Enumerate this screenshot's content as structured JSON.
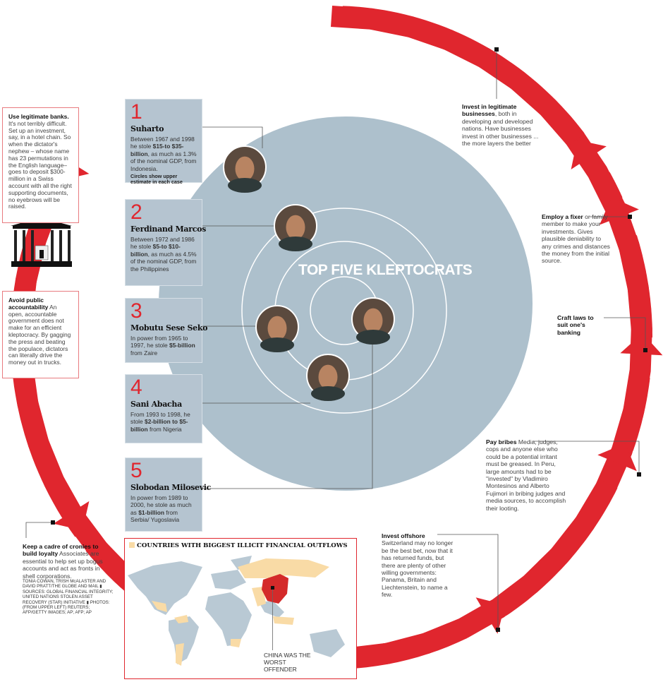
{
  "title": "TOP FIVE KLEPTOCRATS",
  "colors": {
    "red": "#e0262e",
    "grey_circle": "#adc0cc",
    "panel": "#b5c4d0",
    "outflow": "#f9dba6",
    "map_land": "#b9c9d4"
  },
  "kleptocrats": [
    {
      "rank": "1",
      "name": "Suharto",
      "pre": "Between 1967 and 1998 he stole ",
      "bold": "$15-to $35-billion",
      "post": ", as much as 1.3% of the nominal GDP, from Indonesia.",
      "note": "Circles show upper estimate in each case",
      "upper_estimate_billion": 35
    },
    {
      "rank": "2",
      "name": "Ferdinand Marcos",
      "pre": "Between 1972 and 1986 he stole ",
      "bold": "$5-to $10-billion",
      "post": ", as much as 4.5% of the nominal GDP, from the Philippines",
      "upper_estimate_billion": 10
    },
    {
      "rank": "3",
      "name": "Mobutu Sese Seko",
      "pre": "In power from 1965 to 1997, he stole ",
      "bold": "$5-billion",
      "post": " from Zaire",
      "upper_estimate_billion": 5
    },
    {
      "rank": "4",
      "name": "Sani Abacha",
      "pre": "From 1993 to 1998, he stole ",
      "bold": "$2-billion to $5-billion",
      "post": " from Nigeria",
      "upper_estimate_billion": 5
    },
    {
      "rank": "5",
      "name": "Slobodan Milosevic",
      "pre": "In power from 1989 to 2000, he stole as much as ",
      "bold": "$1-billion",
      "post": " from Serbia/ Yugoslavia",
      "upper_estimate_billion": 1
    }
  ],
  "steps": {
    "banks": {
      "bold": "Use legitimate banks.",
      "text": " It's not terribly difficult. Set up an investment, say, in a hotel chain. So when the dictator's nephew – whose name has 23 permutations in the English language– goes to deposit $300-million in a Swiss account with all the right supporting documents, no eyebrows will be raised."
    },
    "accountability": {
      "bold": "Avoid public accountability",
      "text": " An open, accountable government does not make for an efficient kleptocracy. By gagging the press and beating the populace, dictators can literally drive the money out in trucks."
    },
    "cronies": {
      "bold": "Keep a cadre of cronies to build loyalty",
      "text": " Associates are essential to help set up bogus accounts and act as fronts in shell corporations."
    },
    "offshore": {
      "bold": "Invest offshore",
      "text": " Switzerland may no longer be the best bet, now that it has returned funds, but there are plenty of other willing governments: Panama, Britain and Liechtenstein, to name a few."
    },
    "bribes": {
      "bold": "Pay bribes",
      "text": " Media, judges, cops and anyone else who could be a potential irritant must be greased. In Peru, large amounts had to be \"invested\" by Vladimiro Montesinos and Alberto Fujimori in bribing judges and media sources, to accomplish their looting."
    },
    "laws": {
      "bold": "Craft laws to suit one's banking",
      "text": ""
    },
    "fixer": {
      "bold": "Employ a fixer",
      "text": " or family member to make your investments. Gives plausible deniability to any crimes and distances the money from the initial source."
    },
    "invest": {
      "bold": "Invest in legitimate businesses",
      "text": ", both in developing and developed nations. Have businesses invest in other businesses ... the more layers the better"
    }
  },
  "map": {
    "title": "COUNTRIES WITH BIGGEST ILLICIT FINANCIAL OUTFLOWS",
    "callout": "CHINA WAS THE WORST OFFENDER"
  },
  "credits": "TONIA COWAN, TRISH McALASTER AND DAVID PRATT/THE GLOBE AND MAIL ▮ SOURCES: GLOBAL FINANCIAL INTEGRITY; UNITED NATIONS STOLEN ASSET RECOVERY (STAR) INITIATIVE ▮ PHOTOS: (FROM UPPER LEFT) REUTERS; AFP/GETTY IMAGES; AP; AFP; AP"
}
